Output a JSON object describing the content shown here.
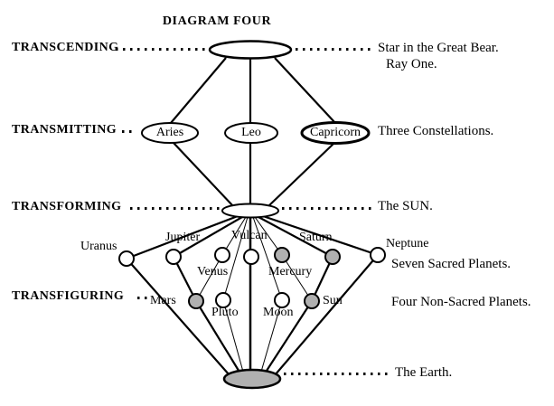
{
  "title": "DIAGRAM FOUR",
  "rows": {
    "transcending": {
      "label": "TRANSCENDING",
      "right1": "Star in the Great Bear.",
      "right2": "Ray One."
    },
    "transmitting": {
      "label": "TRANSMITTING",
      "constellations": {
        "aries": "Aries",
        "leo": "Leo",
        "capricorn": "Capricorn"
      },
      "right": "Three  Constellations."
    },
    "transforming": {
      "label": "TRANSFORMING",
      "right": "The SUN."
    },
    "sacred_planets": {
      "uranus": "Uranus",
      "jupiter": "Jupiter",
      "vulcan": "Vulcan",
      "saturn": "Saturn",
      "neptune": "Neptune",
      "venus": "Venus",
      "mercury": "Mercury",
      "right": "Seven Sacred Planets."
    },
    "transfiguring": {
      "label": "TRANSFIGURING",
      "mars": "Mars",
      "pluto": "Pluto",
      "moon": "Moon",
      "sun": "Sun",
      "right": "Four Non-Sacred Planets."
    },
    "earth": {
      "right": "The Earth."
    }
  },
  "colors": {
    "background": "#ffffff",
    "outline": "#000000",
    "shaded_node": "#b0b0b0",
    "plain_node": "#ffffff"
  },
  "shaded_nodes": [
    "Mercury",
    "Saturn",
    "Mars",
    "Sun",
    "The Earth"
  ]
}
